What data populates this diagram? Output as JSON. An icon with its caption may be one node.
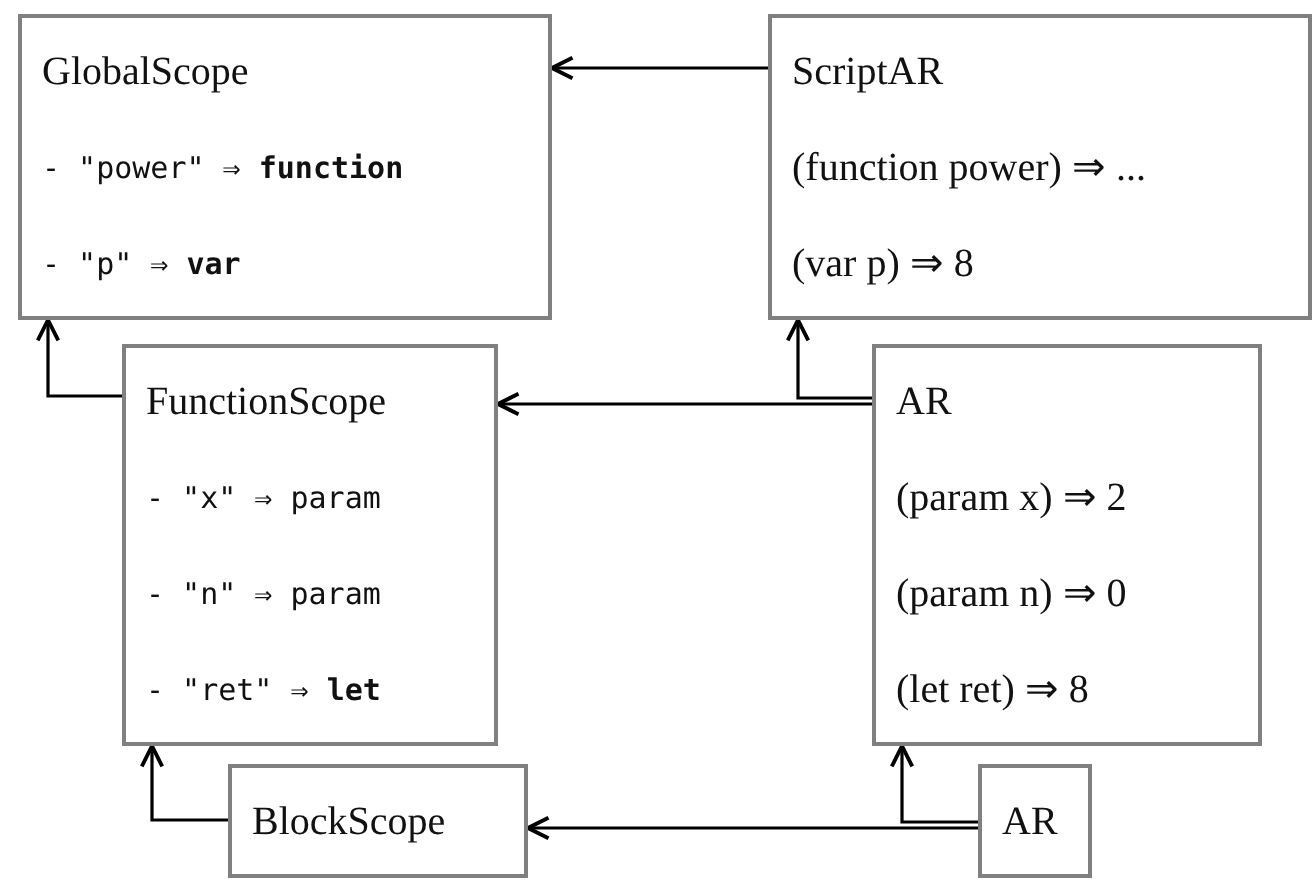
{
  "diagram": {
    "nodes": [
      {
        "text": [
          "GlobalScope",
          "- \"power\" ⇒ **function**",
          "- \"p\" ⇒ **var**"
        ]
      },
      {
        "text": [
          "ScriptAR",
          "(function power) ⇒ ...",
          "(var p) ⇒ 8"
        ]
      },
      {
        "text": [
          "FunctionScope",
          "- \"x\" ⇒ param",
          "- \"n\" ⇒ param",
          "- \"ret\" ⇒ **let**"
        ]
      },
      {
        "text": [
          "AR",
          "(param x) ⇒ 2",
          "(param n) ⇒ 0",
          "(let ret) ⇒ 8"
        ]
      },
      {
        "text": [
          "BlockScope"
        ]
      },
      {
        "text": [
          "AR"
        ]
      }
    ],
    "edges": [
      {
        "from": 1,
        "to": 0,
        "arrow": "to"
      },
      {
        "from": 2,
        "to": 0,
        "arrow": "to"
      },
      {
        "from": 3,
        "to": 2,
        "arrow": "to"
      },
      {
        "from": 3,
        "to": 1,
        "arrow": "to"
      },
      {
        "from": 5,
        "to": 4,
        "arrow": "to"
      },
      {
        "from": 5,
        "to": 3,
        "arrow": "to"
      },
      {
        "from": 4,
        "to": 2,
        "arrow": "to"
      }
    ]
  }
}
